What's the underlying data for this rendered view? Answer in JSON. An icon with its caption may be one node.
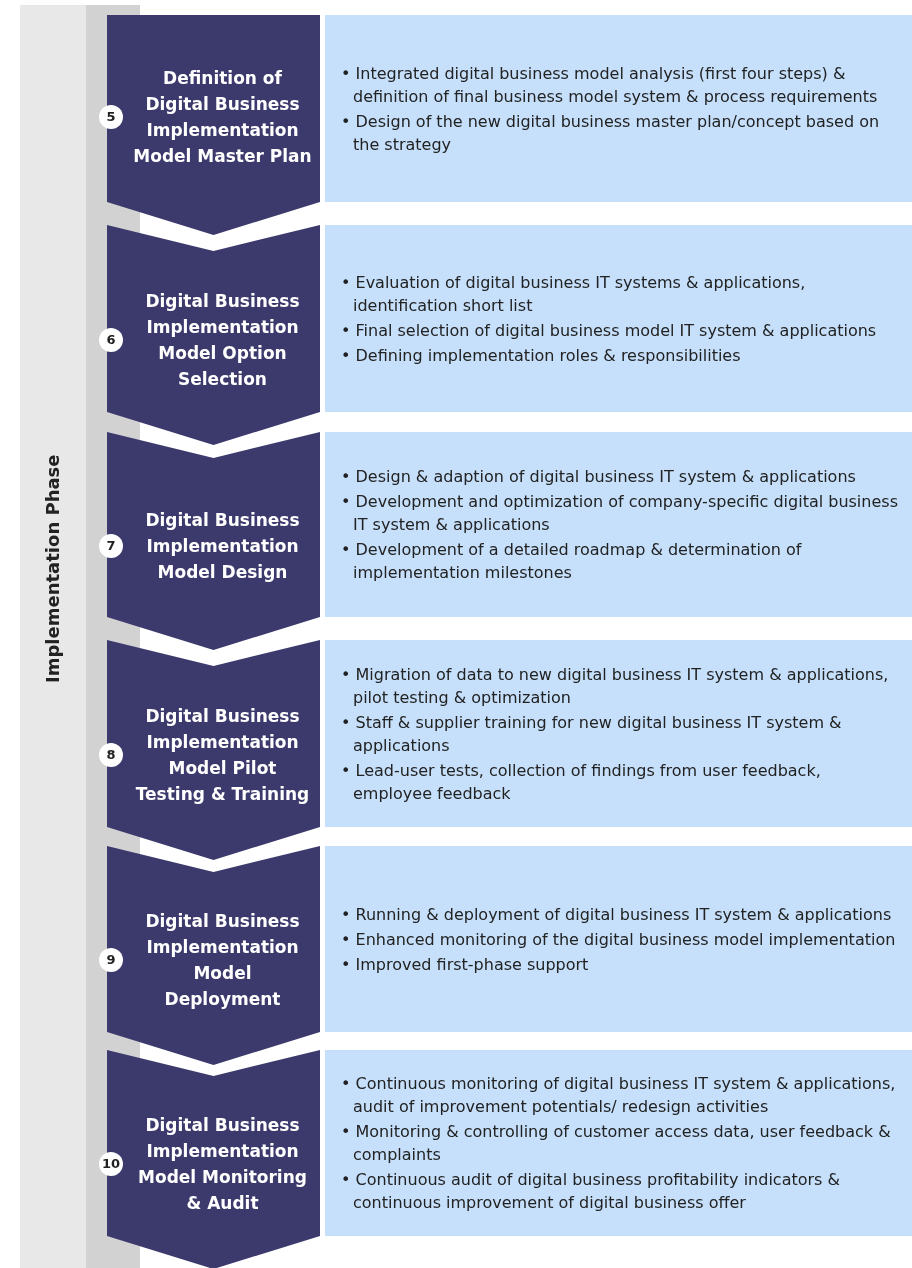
{
  "diagram": {
    "nodes": [
      {
        "text": [
          "Implementation Phase"
        ]
      },
      {
        "text": [
          "Definition of Digital Business Implementation Model Master Plan"
        ]
      },
      {
        "text": [
          "5"
        ],
        "in": 1
      },
      {
        "text": [
          "• Integrated digital business model analysis (first four steps) & definition of final business model system & process requirements",
          "• Design of the new digital business master plan/concept based on the strategy"
        ]
      },
      {
        "text": [
          "Digital Business Implementation Model Option Selection"
        ]
      },
      {
        "text": [
          "6"
        ],
        "in": 4
      },
      {
        "text": [
          "• Evaluation of digital business IT systems & applications, identification short list",
          "• Final selection of digital business model IT system & applications",
          "• Defining implementation roles & responsibilities"
        ]
      },
      {
        "text": [
          "Digital Business Implementation Model Design"
        ]
      },
      {
        "text": [
          "7"
        ],
        "in": 7
      },
      {
        "text": [
          "• Design & adaption of digital business IT system & applications",
          "• Development  and optimization of company-specific digital business IT system & applications",
          "• Development of a detailed roadmap & determination of implementation milestones"
        ]
      },
      {
        "text": [
          "Digital Business Implementation Model Pilot Testing & Training"
        ]
      },
      {
        "text": [
          "8"
        ],
        "in": 10
      },
      {
        "text": [
          "• Migration of data to new digital business IT system & applications, pilot testing & optimization",
          "• Staff & supplier training for new digital business IT system & applications",
          "• Lead-user tests, collection of findings from user feedback, employee feedback"
        ]
      },
      {
        "text": [
          "Digital Business Implementation Model Deployment"
        ]
      },
      {
        "text": [
          "9"
        ],
        "in": 13
      },
      {
        "text": [
          "• Running & deployment of digital business IT system & applications",
          "• Enhanced monitoring of the digital business model implementation",
          "• Improved first-phase support"
        ]
      },
      {
        "text": [
          "Digital Business Implementation Model Monitoring & Audit"
        ]
      },
      {
        "text": [
          "10"
        ],
        "in": 16
      },
      {
        "text": [
          "• Continuous monitoring of digital business IT system & applications, audit of improvement potentials/ redesign activities",
          "• Monitoring & controlling of customer access data, user feedback & complaints",
          "• Continuous audit of digital business profitability indicators & continuous improvement of digital business offer"
        ]
      }
    ]
  }
}
